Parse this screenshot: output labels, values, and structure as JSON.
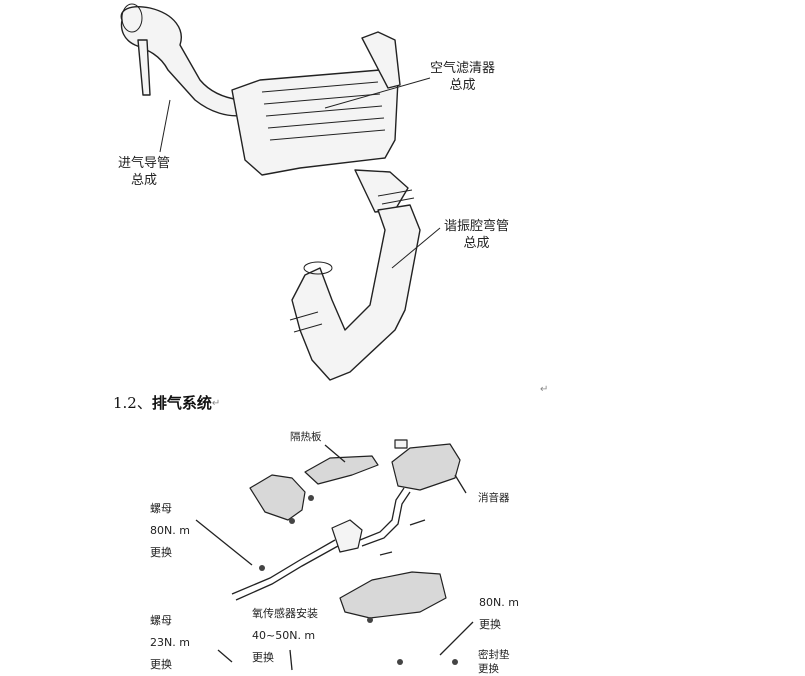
{
  "intake": {
    "air_filter": [
      "空气滤清器",
      "总成"
    ],
    "intake_duct": [
      "进气导管",
      "总成"
    ],
    "resonator": [
      "谐振腔弯管",
      "总成"
    ]
  },
  "section": {
    "number": "1.2、",
    "title": "排气系统",
    "mark": "↵"
  },
  "exhaust": {
    "heat_shield": "隔热板",
    "muffler": "消音器",
    "nut1": [
      "螺母",
      "80N. m",
      "更换"
    ],
    "nut2": [
      "螺母",
      "23N. m",
      "更换"
    ],
    "o2_sensor": [
      "氧传感器安装",
      "40~50N. m",
      "更换"
    ],
    "bolt": [
      "80N. m",
      "更换"
    ],
    "gasket": [
      "密封垫",
      "更换"
    ]
  },
  "colors": {
    "line": "#222222",
    "part_fill": "#f4f4f4",
    "shield_fill": "#d8d8d8"
  }
}
